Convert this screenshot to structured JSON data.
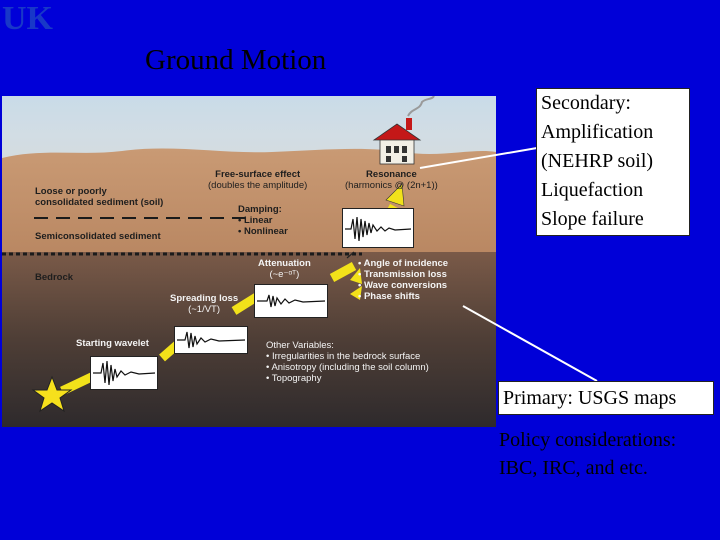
{
  "logo": {
    "text": "UK",
    "color": "#1838c8"
  },
  "slide": {
    "title": "Ground Motion"
  },
  "diagram": {
    "layers": {
      "soil": [
        "Loose or poorly",
        "consolidated sediment (soil)"
      ],
      "semi": "Semiconsolidated sediment",
      "bedrock": "Bedrock"
    },
    "free_surface": {
      "title": "Free-surface effect",
      "sub": "(doubles the amplitude)"
    },
    "resonance": {
      "title": "Resonance",
      "sub": "(harmonics @ (2n+1))"
    },
    "damping": {
      "title": "Damping:",
      "items": [
        "• Linear",
        "• Nonlinear"
      ]
    },
    "attenuation": {
      "title": "Attenuation",
      "sub": "(~e⁻ᵅᵀ)"
    },
    "incidence": [
      "• Angle of incidence",
      "• Transmission loss",
      "• Wave conversions",
      "• Phase shifts"
    ],
    "spreading": {
      "title": "Spreading loss",
      "sub": "(~1/VT)"
    },
    "starting": "Starting wavelet",
    "other": {
      "title": "Other Variables:",
      "items": [
        "• Irregularities in the bedrock surface",
        "• Anisotropy (including the soil column)",
        "• Topography"
      ]
    }
  },
  "callouts": {
    "secondary": [
      "Secondary:",
      "Amplification",
      "(NEHRP soil)",
      "Liquefaction",
      "Slope failure"
    ],
    "primary": "Primary: USGS maps"
  },
  "policy": [
    "Policy considerations:",
    "IBC, IRC, and etc."
  ],
  "colors": {
    "background": "#0000d8",
    "soil": "#c79a74",
    "bedrock": "#3e3232",
    "arrow": "#f2e21a",
    "star": "#f6e01c"
  }
}
